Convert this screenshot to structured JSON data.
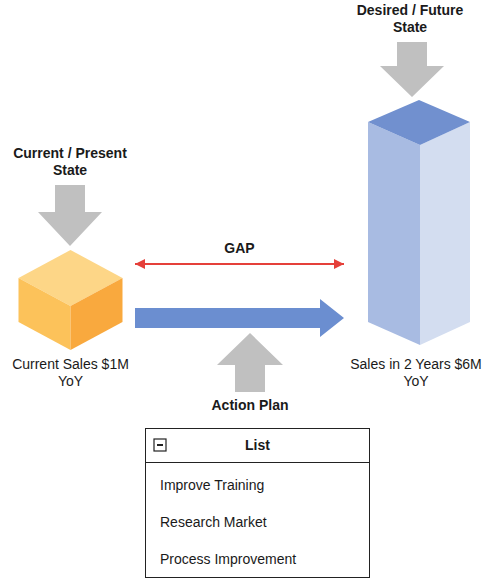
{
  "diagram": {
    "nodes": [
      {
        "text": [
          "Current Sales $1M YoY"
        ]
      },
      {
        "text": [
          "Sales in 2 Years $6M YoY"
        ]
      },
      {
        "text": [
          "List",
          "Improve Training",
          "Research Market",
          "Process Improvement"
        ]
      }
    ],
    "edges": [
      {
        "from": 0,
        "to": 1,
        "arrow": "both",
        "label": "GAP"
      },
      {
        "from": 0,
        "to": 1,
        "arrow": "to"
      }
    ],
    "labels": [
      "Current / Present State",
      "Desired / Future State",
      "Action Plan"
    ]
  }
}
